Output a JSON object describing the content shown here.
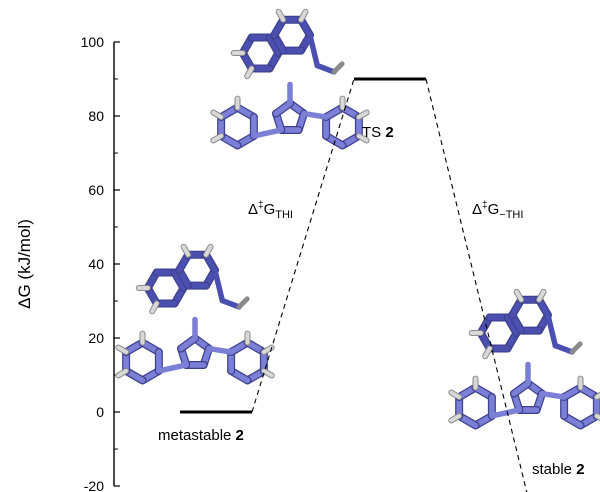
{
  "axis": {
    "ylabel": "ΔG (kJ/mol)",
    "ylim": [
      -20,
      100
    ],
    "ticks": [
      {
        "value": 100,
        "label": "100"
      },
      {
        "value": 80,
        "label": "80"
      },
      {
        "value": 60,
        "label": "60"
      },
      {
        "value": 40,
        "label": "40"
      },
      {
        "value": 20,
        "label": "20"
      },
      {
        "value": 0,
        "label": "0"
      },
      {
        "value": -20,
        "label": "-20"
      }
    ]
  },
  "levels": [
    {
      "id": "metastable",
      "energy": 0,
      "label": "metastable",
      "label_bold": "2"
    },
    {
      "id": "ts",
      "energy": 90,
      "label": "TS",
      "label_bold": "2"
    },
    {
      "id": "stable",
      "energy": -23,
      "label": "stable",
      "label_bold": "2"
    }
  ],
  "barriers": [
    {
      "id": "thi",
      "prefix": "Δ",
      "sup": "‡",
      "base": "G",
      "sub": "THI"
    },
    {
      "id": "reverse-thi",
      "prefix": "Δ",
      "sup": "‡",
      "base": "G",
      "sub": "−THI"
    }
  ],
  "colors": {
    "frame": "#000000",
    "molecule_carbon": "#7b7fd6",
    "molecule_carbon_dark": "#4b4faf",
    "molecule_hydrogen": "#d8d8d8"
  },
  "icons": [
    "molecule-metastable-icon",
    "molecule-ts-icon",
    "molecule-stable-icon"
  ]
}
